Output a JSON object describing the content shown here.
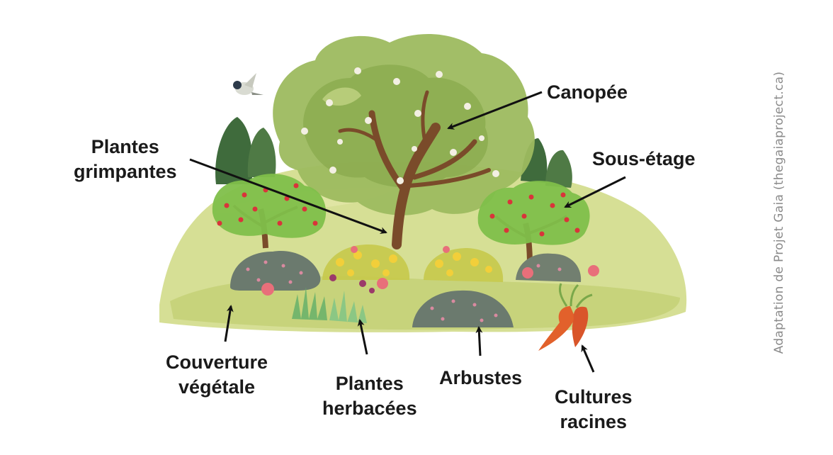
{
  "labels": {
    "canopee": "Canopée",
    "plantes_grimpantes": [
      "Plantes",
      "grimpantes"
    ],
    "sous_etage": "Sous-étage",
    "couverture_vegetale": [
      "Couverture",
      "végétale"
    ],
    "plantes_herbacees": [
      "Plantes",
      "herbacées"
    ],
    "arbustes": "Arbustes",
    "cultures_racines": [
      "Cultures",
      "racines"
    ]
  },
  "credit": "Adaptation de Projet Gaia (thegaiaproject.ca)",
  "colors": {
    "ground": "#d2dc8a",
    "canopy": "#9dbb5f",
    "fruit_tree": "#7fbf4a",
    "fruit": "#d9343a",
    "trunk": "#7a4b2a",
    "shrub": "#6b7a6e",
    "flower_pink": "#e86f7a",
    "flower_yellow": "#f2cf3a",
    "carrot": "#e2612b",
    "arrow": "#111111",
    "text": "#1a1a1a"
  }
}
